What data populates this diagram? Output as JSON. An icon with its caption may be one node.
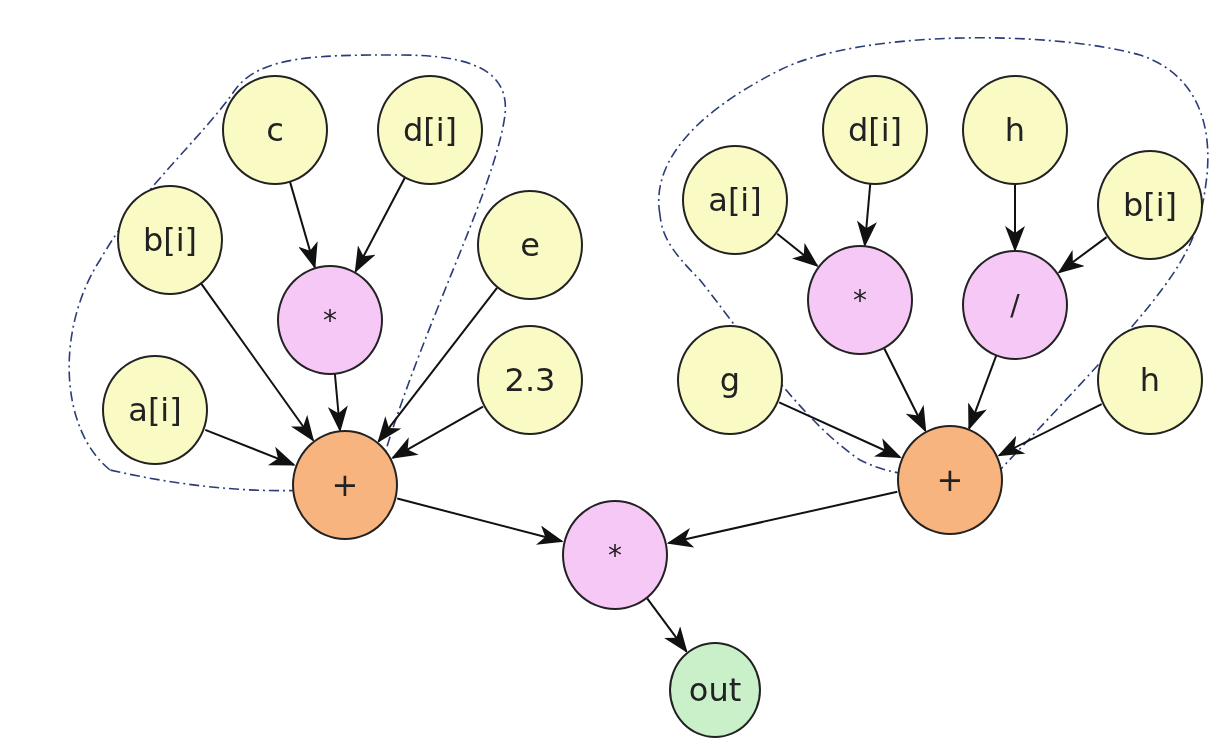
{
  "diagram": {
    "nodes": [
      {
        "text": [
          "c"
        ]
      },
      {
        "text": [
          "d[i]"
        ]
      },
      {
        "text": [
          "b[i]"
        ]
      },
      {
        "text": [
          "*"
        ]
      },
      {
        "text": [
          "e"
        ]
      },
      {
        "text": [
          "a[i]"
        ]
      },
      {
        "text": [
          "2.3"
        ]
      },
      {
        "text": [
          "+"
        ]
      },
      {
        "text": [
          "d[i]"
        ]
      },
      {
        "text": [
          "h"
        ]
      },
      {
        "text": [
          "a[i]"
        ]
      },
      {
        "text": [
          "b[i]"
        ]
      },
      {
        "text": [
          "*"
        ]
      },
      {
        "text": [
          "/"
        ]
      },
      {
        "text": [
          "g"
        ]
      },
      {
        "text": [
          "h"
        ]
      },
      {
        "text": [
          "+"
        ]
      },
      {
        "text": [
          "*"
        ]
      },
      {
        "text": [
          "out"
        ]
      }
    ],
    "edges": [
      {
        "from": 0,
        "to": 3,
        "arrow": "to"
      },
      {
        "from": 1,
        "to": 3,
        "arrow": "to"
      },
      {
        "from": 2,
        "to": 7,
        "arrow": "to"
      },
      {
        "from": 3,
        "to": 7,
        "arrow": "to"
      },
      {
        "from": 4,
        "to": 7,
        "arrow": "to"
      },
      {
        "from": 5,
        "to": 7,
        "arrow": "to"
      },
      {
        "from": 6,
        "to": 7,
        "arrow": "to"
      },
      {
        "from": 8,
        "to": 12,
        "arrow": "to"
      },
      {
        "from": 9,
        "to": 13,
        "arrow": "to"
      },
      {
        "from": 10,
        "to": 12,
        "arrow": "to"
      },
      {
        "from": 11,
        "to": 13,
        "arrow": "to"
      },
      {
        "from": 12,
        "to": 16,
        "arrow": "to"
      },
      {
        "from": 13,
        "to": 16,
        "arrow": "to"
      },
      {
        "from": 14,
        "to": 16,
        "arrow": "to"
      },
      {
        "from": 15,
        "to": 16,
        "arrow": "to"
      },
      {
        "from": 7,
        "to": 17,
        "arrow": "to"
      },
      {
        "from": 16,
        "to": 17,
        "arrow": "to"
      },
      {
        "from": 17,
        "to": 18,
        "arrow": "to"
      }
    ]
  }
}
